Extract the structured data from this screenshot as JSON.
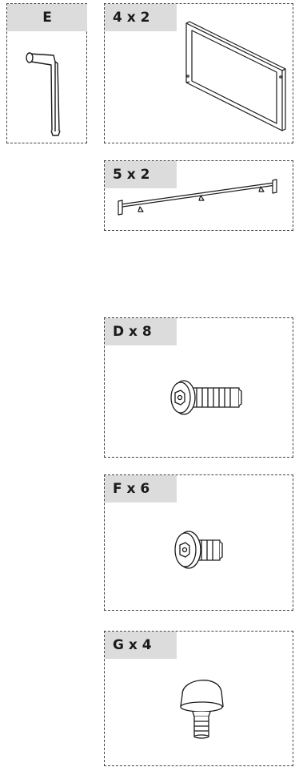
{
  "parts": {
    "e": {
      "label": "E",
      "icon": "allen-key-icon"
    },
    "p4": {
      "label": "4 x 2",
      "icon": "rectangular-frame-icon"
    },
    "p5": {
      "label": "5 x 2",
      "icon": "crossbar-rail-icon"
    },
    "d": {
      "label": "D x 8",
      "icon": "long-hex-bolt-icon"
    },
    "f": {
      "label": "F x 6",
      "icon": "short-hex-bolt-icon"
    },
    "g": {
      "label": "G x 4",
      "icon": "foot-glide-icon"
    }
  },
  "colors": {
    "label_bg": "#dcdcdc",
    "line": "#1a1a1a",
    "border": "#444444"
  }
}
